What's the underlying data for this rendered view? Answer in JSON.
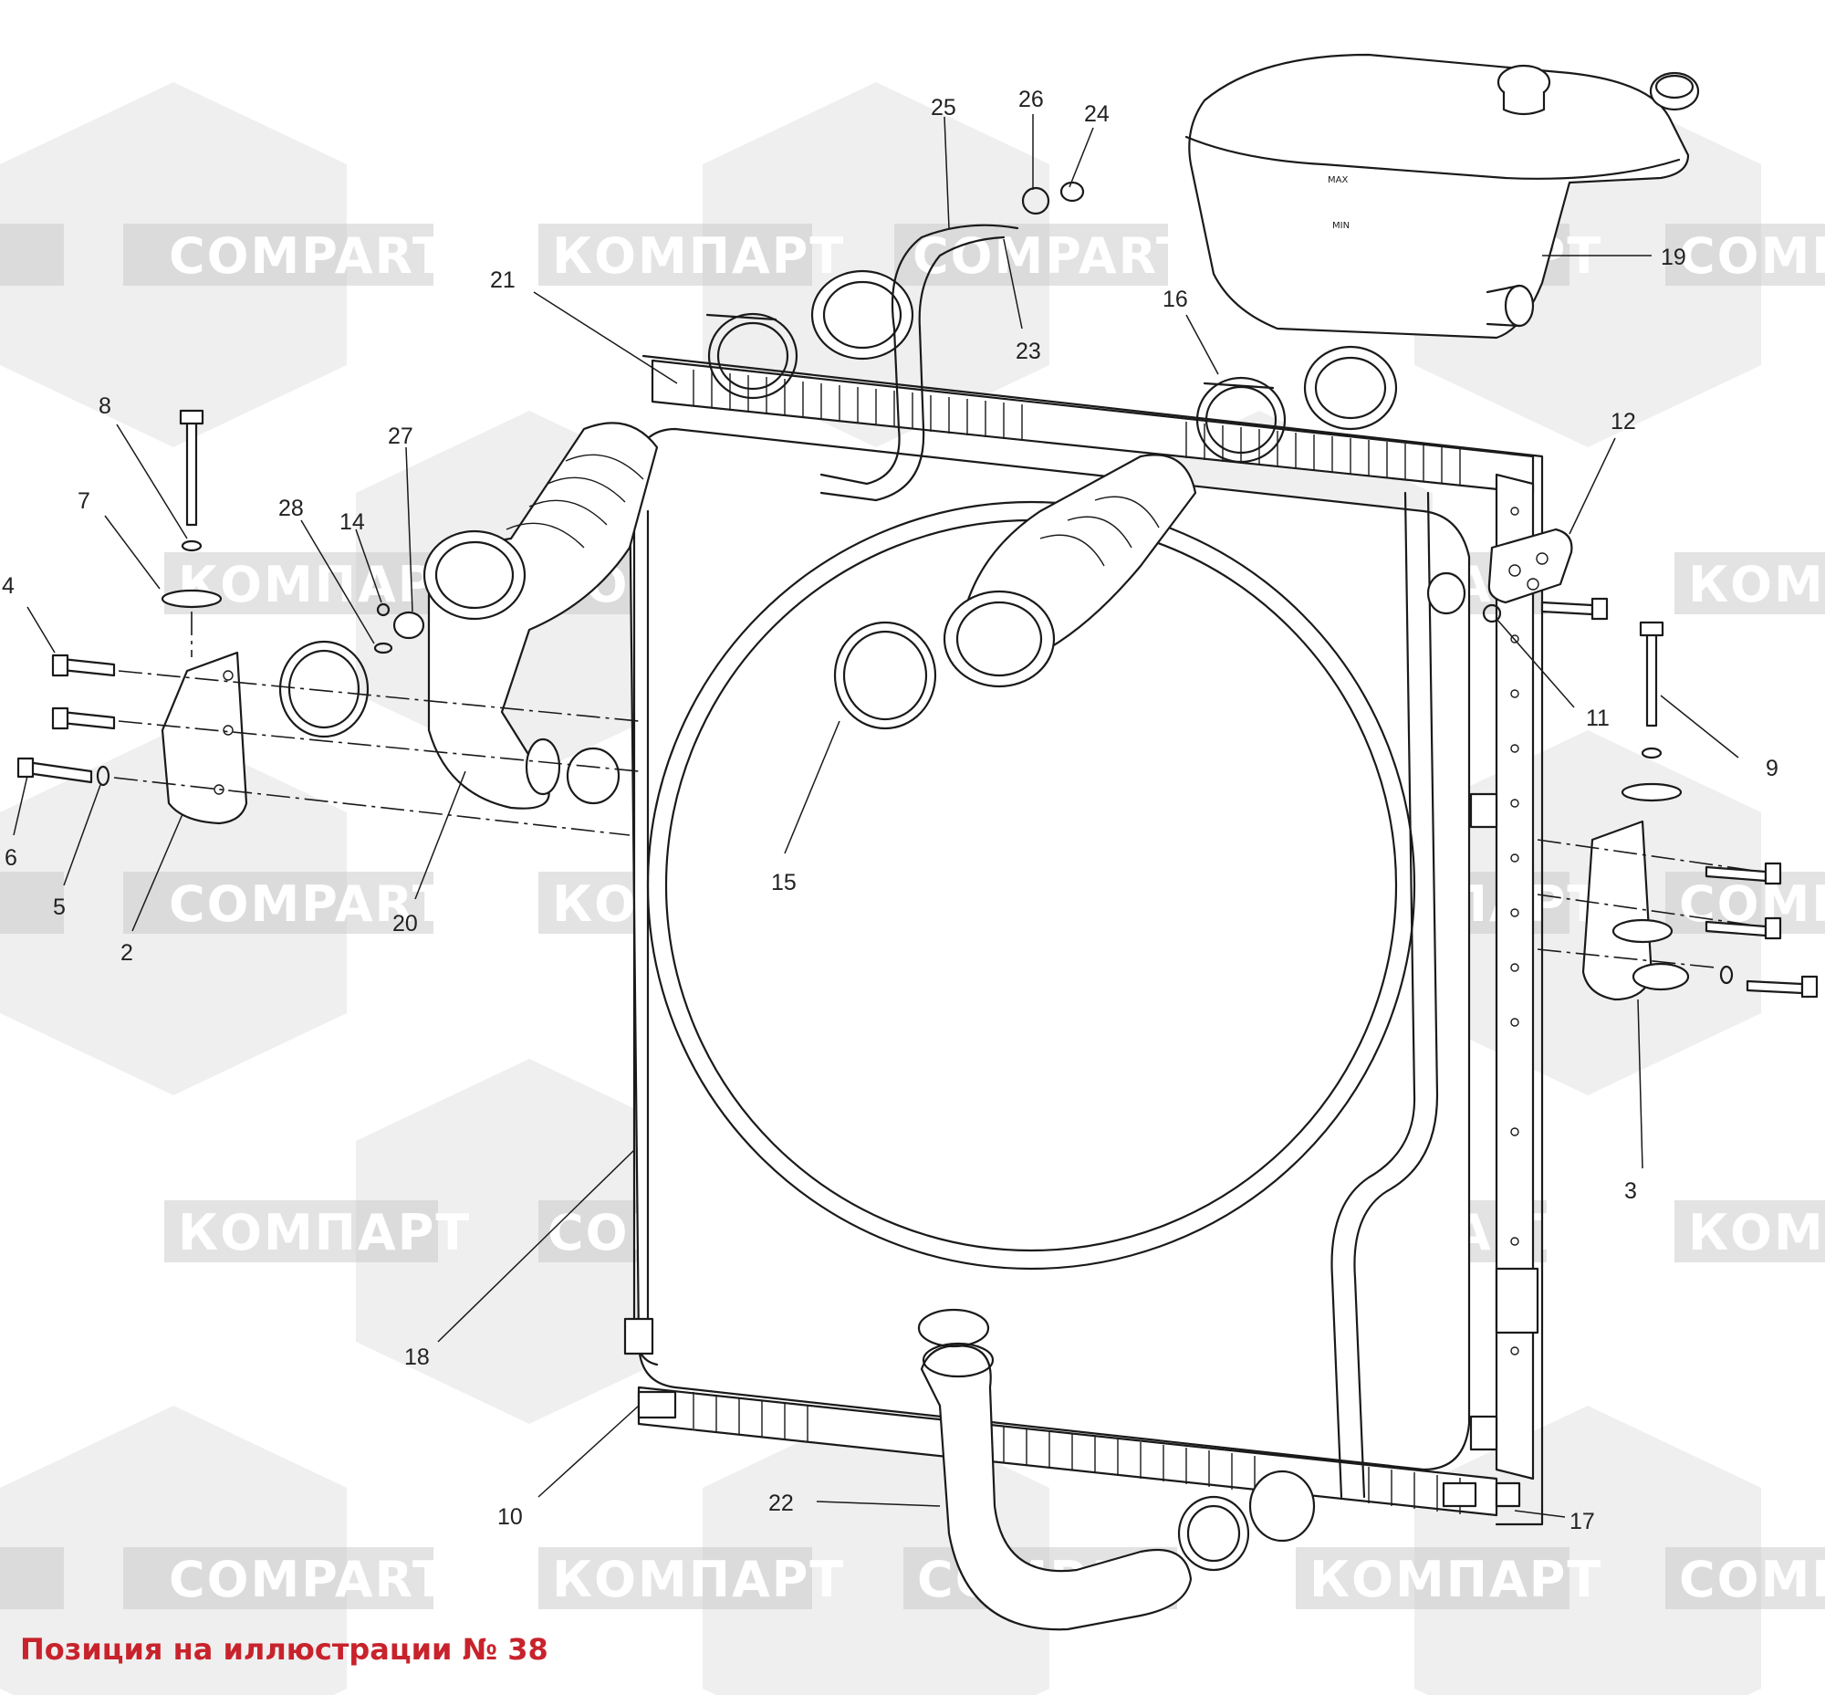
{
  "caption": "Позиция на иллюстрации № 38",
  "watermark": {
    "latin": "COMPART",
    "cyrillic": "КОМПАРТ",
    "colors": {
      "hex": "#dcdcdc",
      "band": "#c8c8c8",
      "text": "#ffffff"
    }
  },
  "callouts": {
    "c2": "2",
    "c3": "3",
    "c4": "4",
    "c5": "5",
    "c6": "6",
    "c7": "7",
    "c8": "8",
    "c9": "9",
    "c10": "10",
    "c11": "11",
    "c12": "12",
    "c14": "14",
    "c15": "15",
    "c16": "16",
    "c17": "17",
    "c18": "18",
    "c19": "19",
    "c20": "20",
    "c21": "21",
    "c22": "22",
    "c23": "23",
    "c24": "24",
    "c25": "25",
    "c26": "26",
    "c27": "27",
    "c28": "28"
  },
  "tank_labels": {
    "max": "MAX",
    "min": "MIN"
  },
  "colors": {
    "caption": "#c8232c",
    "line": "#1a1a1a",
    "background": "#ffffff"
  }
}
